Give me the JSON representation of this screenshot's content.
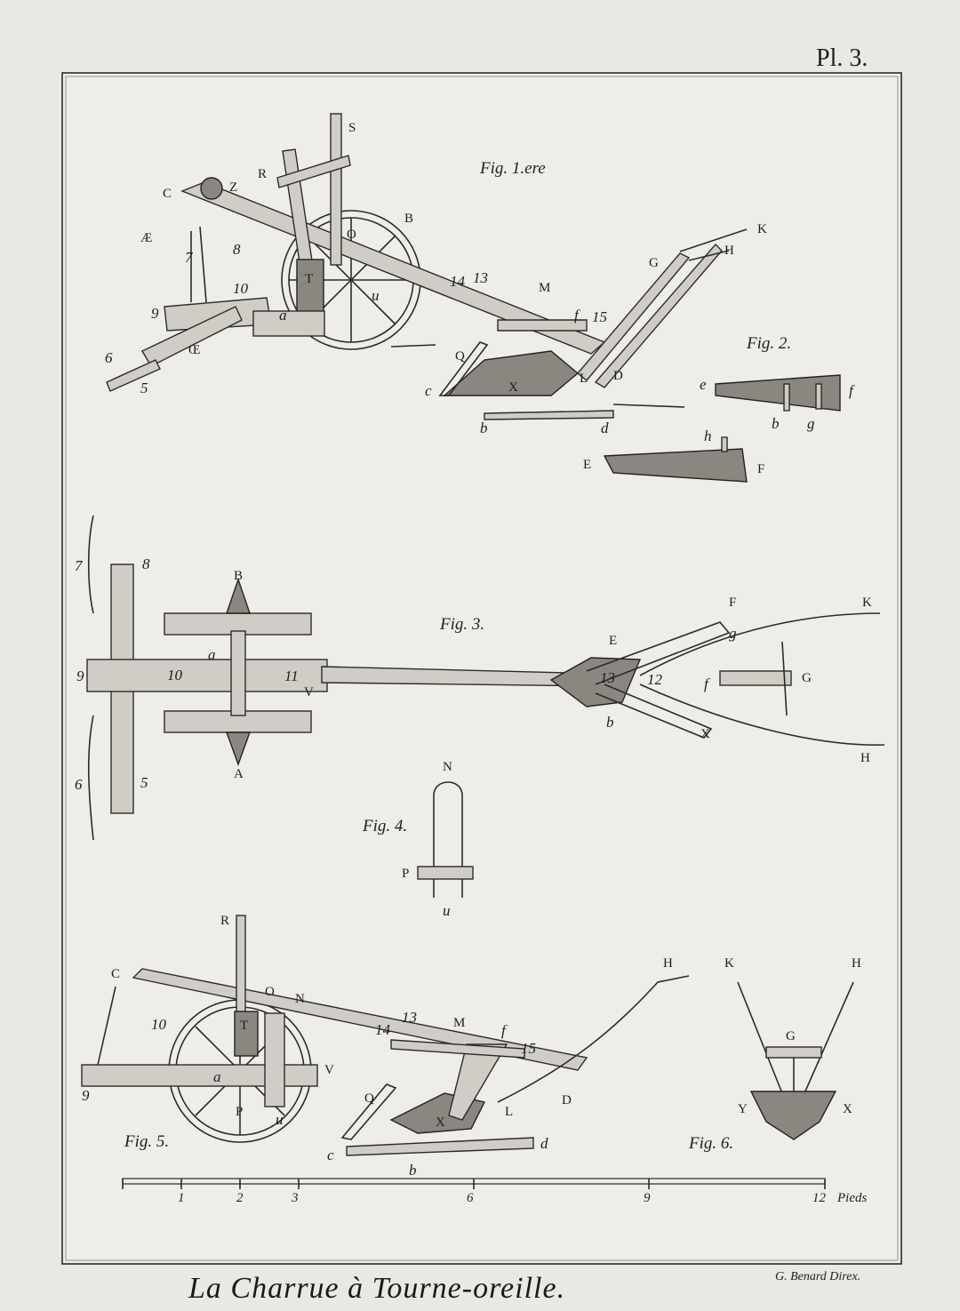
{
  "plate_number": "Pl. 3.",
  "title": "La Charrue à Tourne-oreille.",
  "credit": "G. Benard Direx.",
  "figures": {
    "fig1": "Fig. 1.ere",
    "fig2": "Fig. 2.",
    "fig3": "Fig. 3.",
    "fig4": "Fig. 4.",
    "fig5": "Fig. 5.",
    "fig6": "Fig. 6."
  },
  "scale": {
    "ticks": [
      "1",
      "2",
      "3",
      "6",
      "9",
      "12"
    ],
    "unit": "Pieds"
  },
  "fig1_labels": {
    "S": "S",
    "R": "R",
    "C": "C",
    "Z": "Z",
    "B": "B",
    "AE": "Æ",
    "O": "O",
    "n8": "8",
    "n7": "7",
    "T": "T",
    "u": "u",
    "n10": "10",
    "n9": "9",
    "a": "a",
    "OE": "Œ",
    "n6": "6",
    "n5": "5",
    "n14": "14",
    "n13": "13",
    "M": "M",
    "f": "f",
    "n15": "15",
    "G": "G",
    "K": "K",
    "H": "H",
    "Q": "Q",
    "c": "c",
    "X": "X",
    "L": "L",
    "D": "D",
    "b": "b",
    "d": "d"
  },
  "fig2_labels": {
    "e": "e",
    "f": "f",
    "b": "b",
    "g": "g",
    "h": "h",
    "E": "E",
    "F": "F"
  },
  "fig3_labels": {
    "n7": "7",
    "n8": "8",
    "B": "B",
    "n9": "9",
    "a": "a",
    "n10": "10",
    "n11": "11",
    "V": "V",
    "A": "A",
    "n6": "6",
    "n5": "5",
    "F": "F",
    "g": "g",
    "K": "K",
    "E": "E",
    "n13": "13",
    "n12": "12",
    "f": "f",
    "G": "G",
    "b": "b",
    "X": "X",
    "H": "H"
  },
  "fig4_labels": {
    "N": "N",
    "P": "P",
    "u": "u"
  },
  "fig5_labels": {
    "R": "R",
    "C": "C",
    "O": "O",
    "N": "N",
    "T": "T",
    "n14": "14",
    "n13": "13",
    "M": "M",
    "f": "f",
    "n15": "15",
    "H": "H",
    "n10": "10",
    "n9": "9",
    "a": "a",
    "P": "P",
    "V": "V",
    "D": "D",
    "Q": "Q",
    "X": "X",
    "L": "L",
    "u": "u",
    "c": "c",
    "b": "b",
    "d": "d"
  },
  "fig6_labels": {
    "K": "K",
    "H": "H",
    "G": "G",
    "Y": "Y",
    "X": "X"
  }
}
